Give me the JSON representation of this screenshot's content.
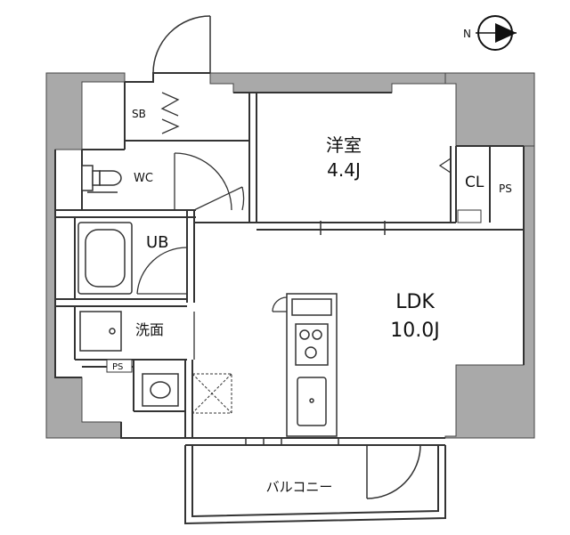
{
  "compass": {
    "north_label": "N"
  },
  "rooms": {
    "western_room": {
      "name": "洋室",
      "size": "4.4J"
    },
    "ldk": {
      "name": "LDK",
      "size": "10.0J"
    },
    "closet": "CL",
    "pipe_space_right": "PS",
    "shoe_box": "SB",
    "toilet": "WC",
    "unit_bath": "UB",
    "washroom": "洗面",
    "pipe_space_left": "PS",
    "balcony": "バルコニー"
  }
}
